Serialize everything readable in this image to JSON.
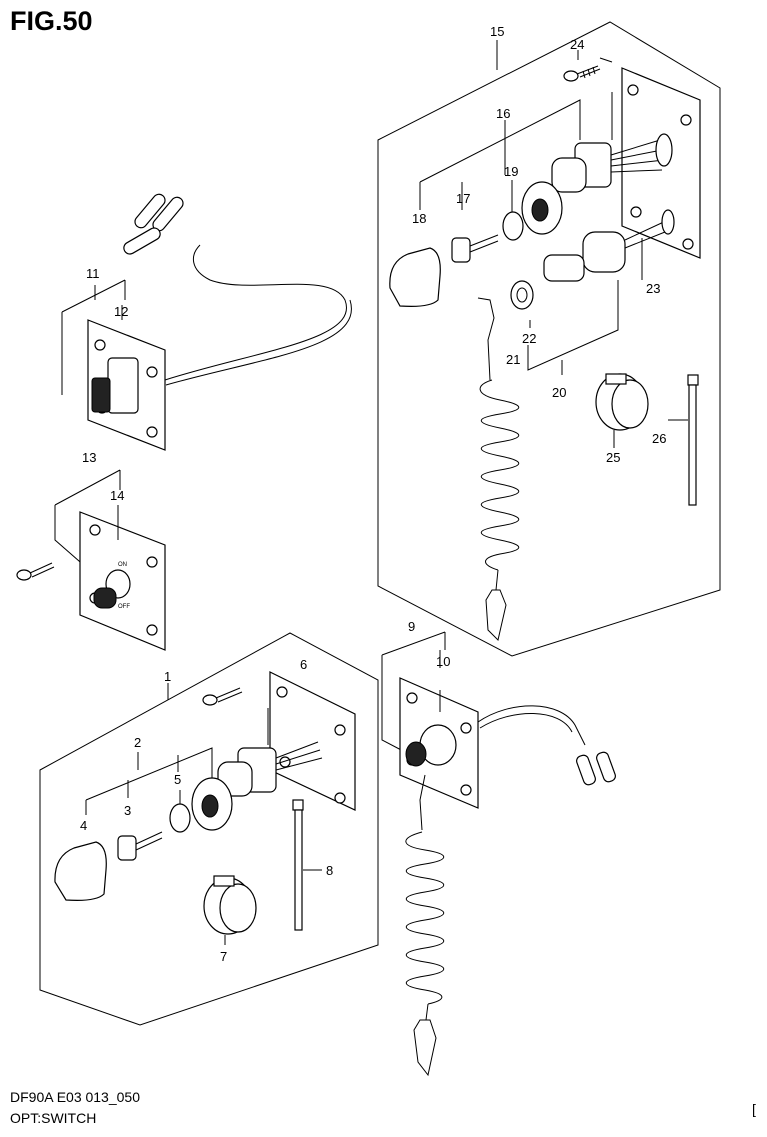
{
  "figure": {
    "title": "FIG.50",
    "code": "DF90A E03 013_050",
    "name": "OPT:SWITCH",
    "corner_mark": "["
  },
  "callouts": [
    {
      "id": "c1",
      "text": "1"
    },
    {
      "id": "c2",
      "text": "2"
    },
    {
      "id": "c3",
      "text": "3"
    },
    {
      "id": "c4",
      "text": "4"
    },
    {
      "id": "c5",
      "text": "5"
    },
    {
      "id": "c6",
      "text": "6"
    },
    {
      "id": "c7",
      "text": "7"
    },
    {
      "id": "c8",
      "text": "8"
    },
    {
      "id": "c9",
      "text": "9"
    },
    {
      "id": "c10",
      "text": "10"
    },
    {
      "id": "c11",
      "text": "11"
    },
    {
      "id": "c12",
      "text": "12"
    },
    {
      "id": "c13",
      "text": "13"
    },
    {
      "id": "c14",
      "text": "14"
    },
    {
      "id": "c15",
      "text": "15"
    },
    {
      "id": "c16",
      "text": "16"
    },
    {
      "id": "c17",
      "text": "17"
    },
    {
      "id": "c18",
      "text": "18"
    },
    {
      "id": "c19",
      "text": "19"
    },
    {
      "id": "c20",
      "text": "20"
    },
    {
      "id": "c21",
      "text": "21"
    },
    {
      "id": "c22",
      "text": "22"
    },
    {
      "id": "c23",
      "text": "23"
    },
    {
      "id": "c24",
      "text": "24"
    },
    {
      "id": "c25",
      "text": "25"
    },
    {
      "id": "c26",
      "text": "26"
    }
  ],
  "switch_markings": {
    "on": "ON",
    "off": "OFF"
  }
}
